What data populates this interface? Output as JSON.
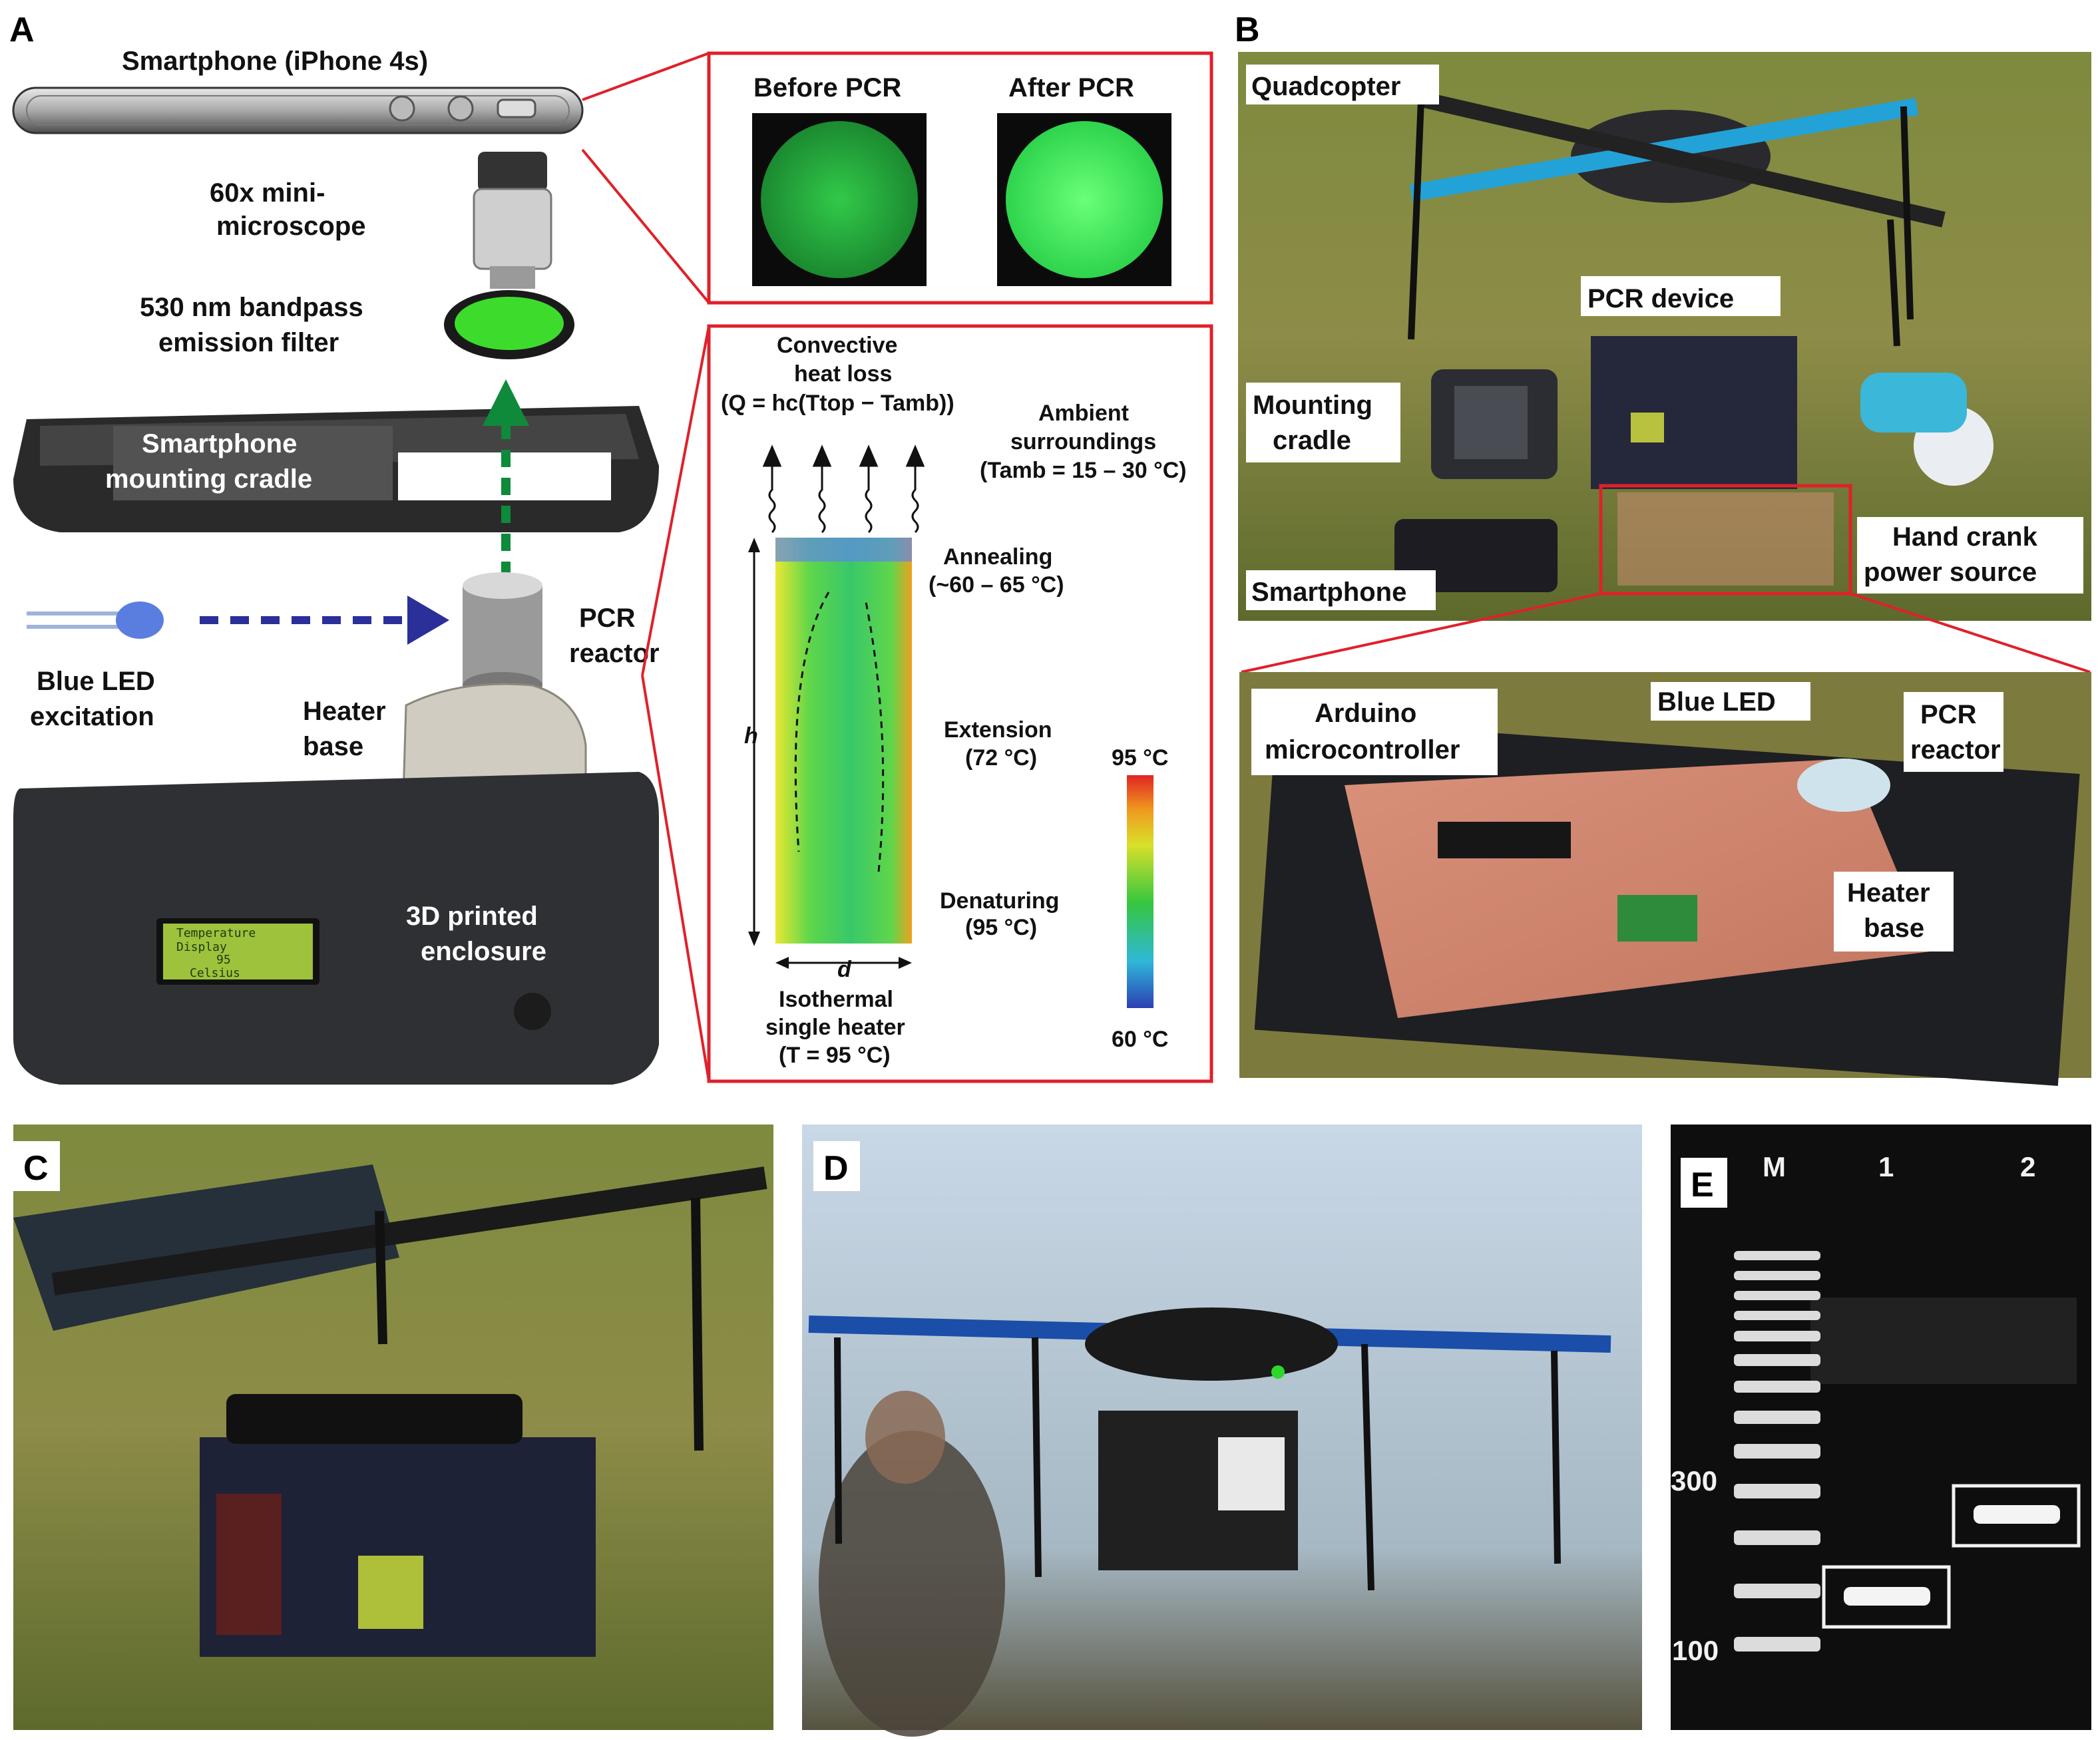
{
  "panels": {
    "A": {
      "letter": "A",
      "smartphone": "Smartphone (iPhone 4s)",
      "microscope": [
        "60x mini-",
        "microscope"
      ],
      "filter": [
        "530 nm bandpass",
        "emission filter"
      ],
      "cradle": [
        "Smartphone",
        "mounting cradle"
      ],
      "led": [
        "Blue LED",
        "excitation"
      ],
      "heater": [
        "Heater",
        "base"
      ],
      "reactor": [
        "PCR",
        "reactor"
      ],
      "enclosure": [
        "3D printed",
        "enclosure"
      ],
      "lcd": [
        "Temperature",
        "Display",
        "95",
        "Celsius"
      ],
      "before": "Before PCR",
      "after": "After PCR",
      "heat_loss": [
        "Convective",
        "heat loss",
        "(Q = hc(Ttop − Tamb))"
      ],
      "ambient": [
        "Ambient",
        "surroundings",
        "(Tamb = 15 – 30 °C)"
      ],
      "annealing": [
        "Annealing",
        "(~60 – 65 °C)"
      ],
      "extension": [
        "Extension",
        "(72 °C)"
      ],
      "denaturing": [
        "Denaturing",
        "(95 °C)"
      ],
      "h": "h",
      "d": "d",
      "isothermal": [
        "Isothermal",
        "single heater",
        "(T = 95 °C)"
      ],
      "scale_top": "95 °C",
      "scale_bottom": "60 °C"
    },
    "B": {
      "letter": "B",
      "quadcopter": "Quadcopter",
      "pcr_device": "PCR device",
      "mounting": [
        "Mounting",
        "cradle"
      ],
      "smartphone": "Smartphone",
      "hand_crank": [
        "Hand crank",
        "power source"
      ],
      "arduino": [
        "Arduino",
        "microcontroller"
      ],
      "blue_led": "Blue LED",
      "pcr_reactor": [
        "PCR",
        "reactor"
      ],
      "heater": [
        "Heater",
        "base"
      ]
    },
    "C": {
      "letter": "C"
    },
    "D": {
      "letter": "D"
    },
    "E": {
      "letter": "E",
      "lanes": [
        "M",
        "1",
        "2"
      ],
      "ladder_marks": [
        "300",
        "100"
      ]
    }
  },
  "colors": {
    "red_frame": "#e0202a",
    "fluor_green": "#35d84a",
    "arrow_blue": "#2a2f9a",
    "arrow_green": "#0e8a3a"
  }
}
